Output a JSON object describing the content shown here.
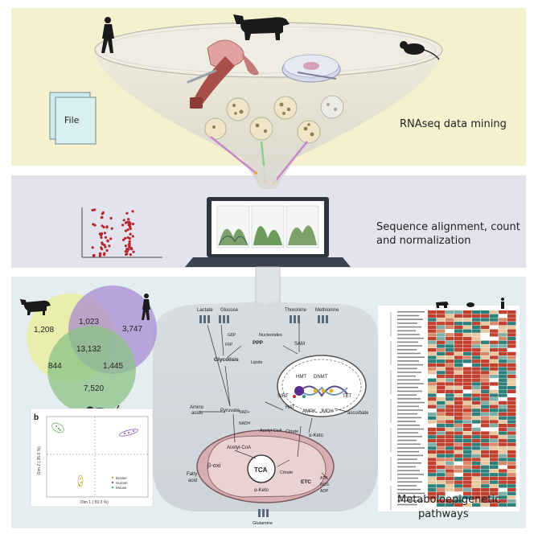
{
  "panel1": {
    "label": "RNAseq data mining",
    "file_label": "File"
  },
  "panel2": {
    "label_line1": "Sequence alignment, count",
    "label_line2": "and normalization"
  },
  "panel3": {
    "label_line1": "Metaboloepigenetic",
    "label_line2": "pathways"
  },
  "venn": {
    "values": [
      "1,208",
      "1,023",
      "3,747",
      "13,132",
      "844",
      "1,445",
      "7,520"
    ]
  },
  "pca": {
    "panel_letter": "b",
    "ylabel": "Dim 2 ( 35.6 %)",
    "xlabel": "Dim 1 ( 59.3 %)",
    "legend": [
      "Bovine",
      "Human",
      "Mouse"
    ]
  },
  "pathway": {
    "lactate": "Lactate",
    "glucose": "Glucose",
    "threonine": "Threonine",
    "methionine": "Methionine",
    "g6p": "G6P",
    "f6p": "F6P",
    "glycolisis": "Glycolisis",
    "ppp": "PPP",
    "nucleotides": "Nucleotides",
    "lipids": "Lipids",
    "sam": "SAM",
    "hmt": "HMT",
    "dnmt": "DNMT",
    "sirt": "SIRT",
    "tet": "TET",
    "hat": "HAT",
    "ampk": "AMPK",
    "jmdh": "JMDH",
    "ascorbate": "ascorbate",
    "amino_acids_1": "Amino",
    "amino_acids_2": "acids",
    "pyruvate": "Pyruvate",
    "nad": "NAD+",
    "nadh": "NADH",
    "acetyl_coa_cyto": "Acetyl-CoA",
    "citrate_cyto": "Citrate",
    "a_keto_cyto": "α-Keto",
    "acetyl_coa_mito": "Acetyl-CoA",
    "b_oxi": "β-oxi",
    "fatty_1": "Fatty",
    "fatty_2": "acid",
    "tca": "TCA",
    "citrate_mito": "Citrate",
    "a_keto_mito": "α-Keto",
    "etc": "ETC",
    "atp": "ATP",
    "ros": "ROS",
    "adp": "ADP",
    "glutamine": "Glutamine"
  },
  "colors": {
    "panel1_bg": "#f5f1cf",
    "panel2_bg": "#e3e3ed",
    "panel3_bg": "#e4edf0",
    "venn_bovine": "#e9ee9a",
    "venn_human": "#a98bd2",
    "venn_mouse": "#8cc285",
    "dot_red": "#b5272d",
    "heat_red": "#c0412f",
    "heat_teal": "#2f7f7a",
    "heat_tan": "#e8c8a0"
  }
}
